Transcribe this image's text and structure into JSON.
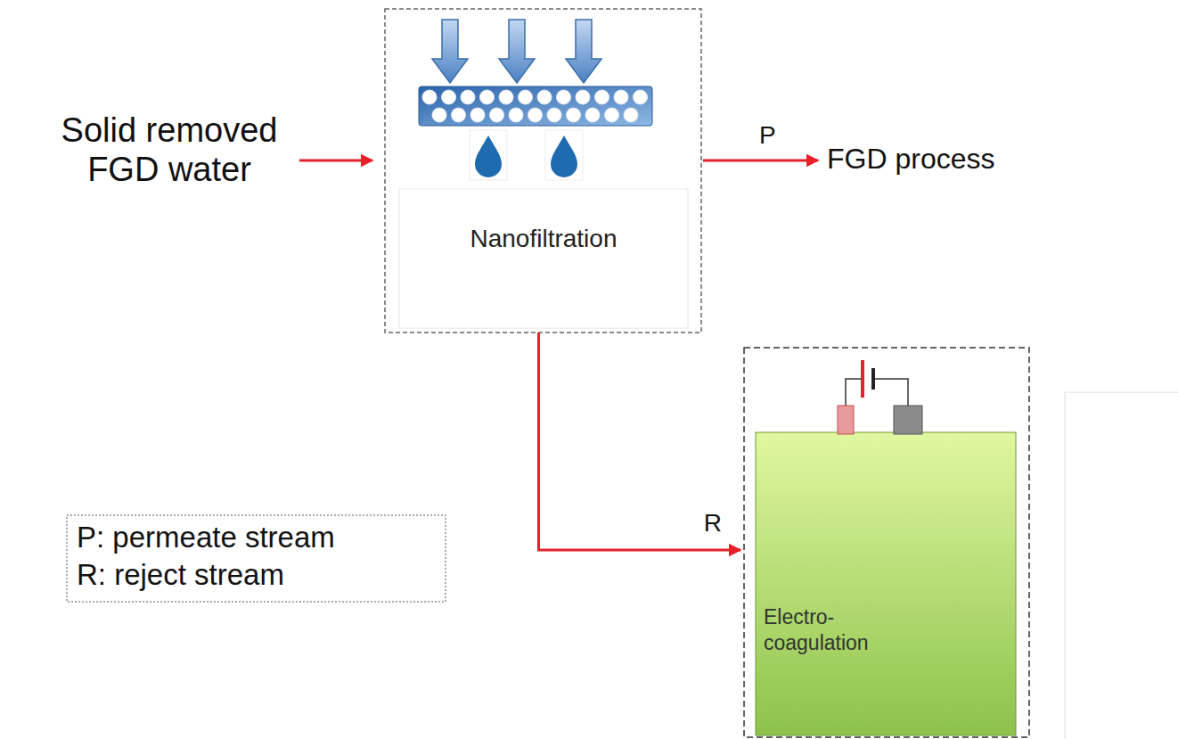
{
  "diagram": {
    "nodes": [
      {
        "text": [
          "Nanofiltration"
        ]
      },
      {
        "text": [
          "Electro- coagulation"
        ]
      }
    ],
    "edges": [
      {
        "from": 0,
        "to": 1,
        "arrow": "to",
        "label": "R"
      }
    ],
    "labels": [
      "Solid removed FGD water",
      "P",
      "FGD process",
      "P: permeate stream",
      "R: reject stream"
    ]
  }
}
